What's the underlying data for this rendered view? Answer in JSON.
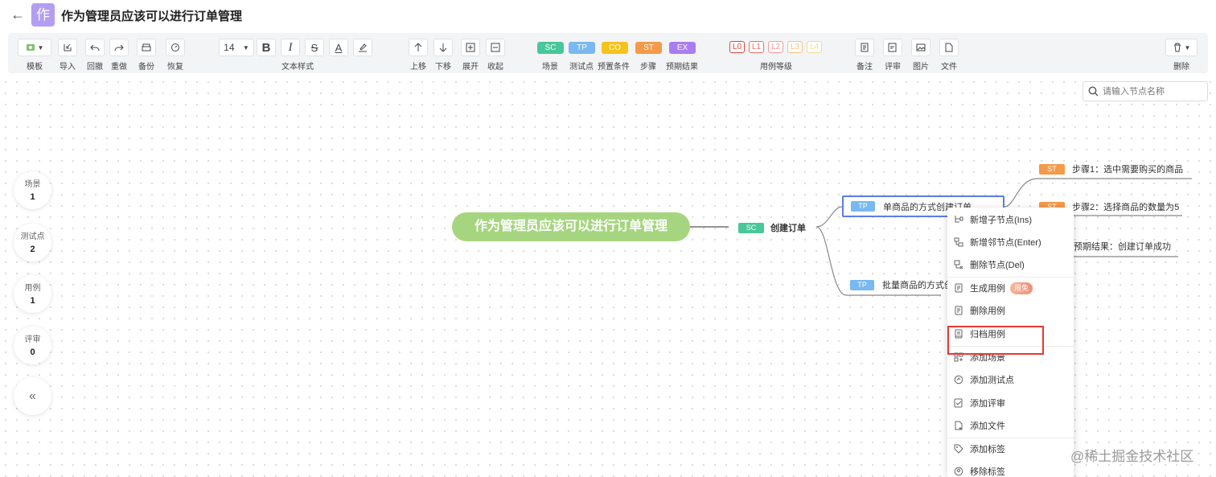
{
  "header": {
    "back_icon": "arrow-left-icon",
    "badge_char": "作",
    "title": "作为管理员应该可以进行订单管理"
  },
  "toolbar": {
    "template": "模板",
    "import": "导入",
    "undo": "回撤",
    "redo": "重做",
    "backup": "备份",
    "restore": "恢复",
    "font_size": "14",
    "bold": "B",
    "italic": "I",
    "strike": "S",
    "font_color": "A",
    "text_style": "文本样式",
    "move_up": "上移",
    "move_down": "下移",
    "expand": "展开",
    "collapse": "收起",
    "tags": [
      {
        "code": "SC",
        "label": "场景",
        "color": "#49c79b"
      },
      {
        "code": "TP",
        "label": "测试点",
        "color": "#79b8f0"
      },
      {
        "code": "CO",
        "label": "预置条件",
        "color": "#f7c31a"
      },
      {
        "code": "ST",
        "label": "步骤",
        "color": "#f59a48"
      },
      {
        "code": "EX",
        "label": "预期结果",
        "color": "#a97df0"
      }
    ],
    "levels": [
      {
        "code": "L0",
        "color": "#e0463c"
      },
      {
        "code": "L1",
        "color": "#ee6f6a"
      },
      {
        "code": "L2",
        "color": "#f39a9a"
      },
      {
        "code": "L3",
        "color": "#f5c27a"
      },
      {
        "code": "L4",
        "color": "#f7d98a"
      }
    ],
    "case_level": "用例等级",
    "note": "备注",
    "review": "评审",
    "image": "图片",
    "file": "文件",
    "delete": "删除"
  },
  "search": {
    "placeholder": "请输入节点名称"
  },
  "stats": [
    {
      "label": "场景",
      "value": "1"
    },
    {
      "label": "测试点",
      "value": "2"
    },
    {
      "label": "用例",
      "value": "1"
    },
    {
      "label": "评审",
      "value": "0"
    }
  ],
  "collapse_glyph": "«",
  "mindmap": {
    "root": "作为管理员应该可以进行订单管理",
    "scenario": {
      "tag": "SC",
      "text": "创建订单"
    },
    "tp1": {
      "tag": "TP",
      "text": "单商品的方式创建订单"
    },
    "tp2": {
      "tag": "TP",
      "text": "批量商品的方式创"
    },
    "steps": [
      {
        "tag": "ST",
        "text": "步骤1：选中需要购买的商品"
      },
      {
        "tag": "ST",
        "text": "步骤2：选择商品的数量为5"
      }
    ],
    "expected": "预期结果：创建订单成功"
  },
  "context_menu": {
    "items": [
      {
        "label": "新增子节点(Ins)",
        "icon": "add-child-icon"
      },
      {
        "label": "新增邻节点(Enter)",
        "icon": "add-sibling-icon"
      },
      {
        "label": "删除节点(Del)",
        "icon": "delete-node-icon"
      },
      {
        "label": "生成用例",
        "icon": "generate-case-icon",
        "badge": "限免"
      },
      {
        "label": "删除用例",
        "icon": "delete-case-icon"
      },
      {
        "label": "归档用例",
        "icon": "archive-case-icon"
      },
      {
        "label": "添加场景",
        "icon": "add-scene-icon"
      },
      {
        "label": "添加测试点",
        "icon": "add-testpoint-icon"
      },
      {
        "label": "添加评审",
        "icon": "add-review-icon"
      },
      {
        "label": "添加文件",
        "icon": "add-file-icon"
      },
      {
        "label": "添加标签",
        "icon": "add-tag-icon"
      },
      {
        "label": "移除标签",
        "icon": "remove-tag-icon"
      }
    ]
  },
  "watermark": "@稀土掘金技术社区"
}
